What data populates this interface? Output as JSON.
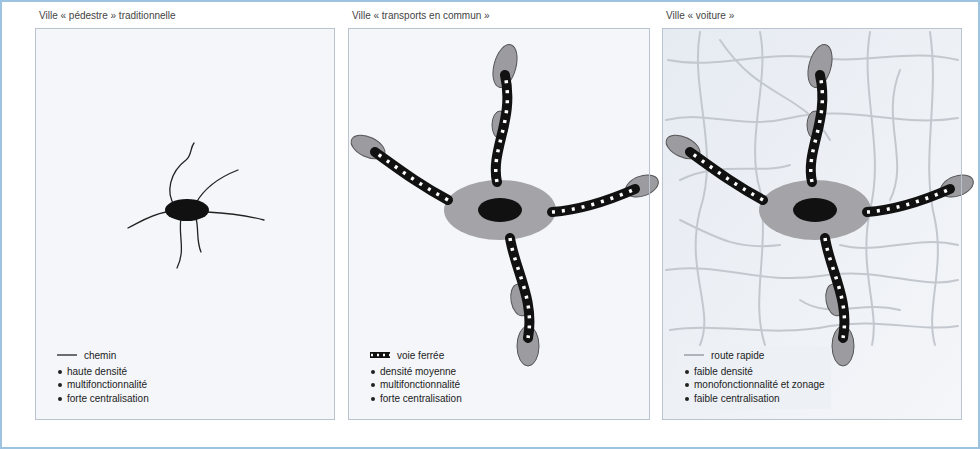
{
  "diagram": {
    "nodes": [
      {
        "text": [
          "Ville « pédestre » traditionnelle",
          "haute densité",
          "multifonctionnalité",
          "forte centralisation"
        ]
      },
      {
        "text": [
          "Ville « transports en commun »",
          "densité moyenne",
          "multifonctionnalité",
          "forte centralisation"
        ]
      },
      {
        "text": [
          "Ville « voiture »",
          "faible densité",
          "monofonctionnalité et zonage",
          "faible centralisation"
        ]
      }
    ],
    "legend": [
      {
        "text": "chemin"
      },
      {
        "text": "voie ferrée"
      },
      {
        "text": "route rapide"
      }
    ]
  }
}
